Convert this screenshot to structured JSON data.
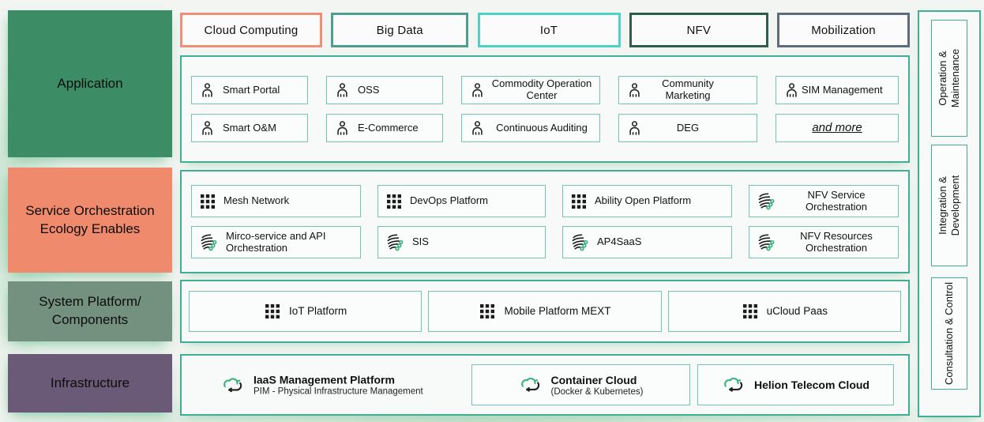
{
  "colors": {
    "outer_border_teal": "#3fae93",
    "item_border_teal": "#72c6af",
    "application_green": "#3c8c66",
    "service_salmon": "#f08a6c",
    "system_sage": "#74917f",
    "infrastructure_purple": "#6b5a77",
    "cloud_computing_border": "#ee9078",
    "big_data_border": "#4d9e8e",
    "iot_border": "#4cd3c8",
    "nfv_border": "#2e5f4c",
    "mobilization_border": "#5d6b7a",
    "icon_accent_green": "#3cb37f"
  },
  "left_rail": {
    "items": [
      {
        "label": "Application",
        "style": "background:#3c8c66;top:13px;height:186px"
      },
      {
        "label": "Service Orchestration Ecology Enables",
        "style": "background:#f08a6c;top:212px;height:133px"
      },
      {
        "label": "System Platform/ Components",
        "style": "background:#74917f;top:356px;height:76px"
      },
      {
        "label": "Infrastructure",
        "style": "background:#6b5a77;top:448px;height:74px"
      }
    ]
  },
  "top_categories": {
    "items": [
      {
        "label": "Cloud Computing",
        "style": "border-color:#ee9078"
      },
      {
        "label": "Big Data",
        "style": "border-color:#4d9e8e"
      },
      {
        "label": "IoT",
        "style": "border-color:#4cd3c8"
      },
      {
        "label": "NFV",
        "style": "border-color:#2e5f4c"
      },
      {
        "label": "Mobilization",
        "style": "border-color:#5d6b7a"
      }
    ]
  },
  "application": {
    "row1": [
      {
        "label": "Smart Portal"
      },
      {
        "label": "OSS"
      },
      {
        "label": "Commodity Operation Center"
      },
      {
        "label": "Community Marketing"
      },
      {
        "label": "SIM Management"
      }
    ],
    "row2": [
      {
        "label": "Smart O&M"
      },
      {
        "label": "E-Commerce"
      },
      {
        "label": "Continuous Auditing"
      },
      {
        "label": "DEG"
      },
      {
        "label": "and more"
      }
    ]
  },
  "service_orchestration": {
    "row1": [
      {
        "label": "Mesh Network",
        "icon": "grid-icon"
      },
      {
        "label": "DevOps Platform",
        "icon": "grid-icon"
      },
      {
        "label": "Ability Open Platform",
        "icon": "grid-icon"
      },
      {
        "label": "NFV Service Orchestration",
        "icon": "orchestration-icon"
      }
    ],
    "row2": [
      {
        "label": "Mirco-service and API Orchestration",
        "icon": "orchestration-icon"
      },
      {
        "label": "SIS",
        "icon": "orchestration-icon"
      },
      {
        "label": "AP4SaaS",
        "icon": "orchestration-icon"
      },
      {
        "label": "NFV Resources Orchestration",
        "icon": "orchestration-icon"
      }
    ]
  },
  "system_platform": {
    "items": [
      {
        "label": "IoT Platform"
      },
      {
        "label": "Mobile Platform MEXT"
      },
      {
        "label": "uCloud Paas"
      }
    ]
  },
  "infrastructure": {
    "items": [
      {
        "title": "IaaS Management Platform",
        "subtitle": "PIM - Physical Infrastructure Management"
      },
      {
        "title": "Container Cloud",
        "subtitle": "(Docker & Kubernetes)"
      },
      {
        "title": "Helion Telecom Cloud",
        "subtitle": ""
      }
    ]
  },
  "right_rail": {
    "items": [
      {
        "label": "Operation & Maintenance"
      },
      {
        "label": "Integration & Development"
      },
      {
        "label": "Consultation & Control"
      }
    ]
  }
}
